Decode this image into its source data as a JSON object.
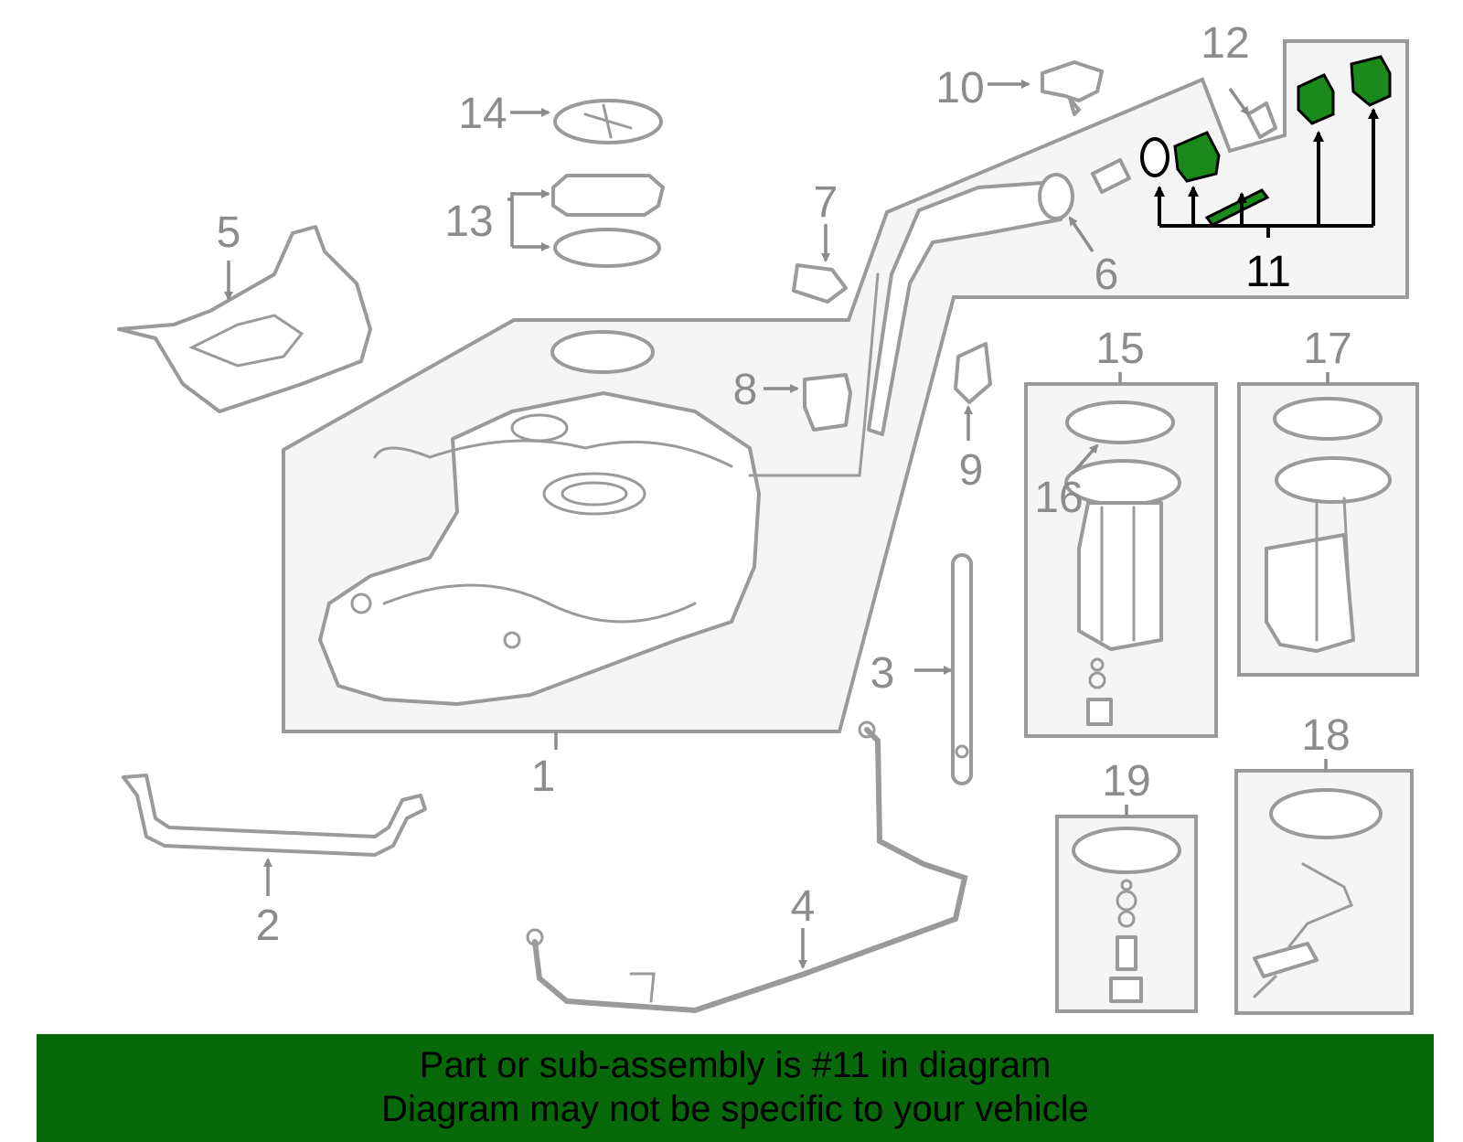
{
  "labels": {
    "p1": "1",
    "p2": "2",
    "p3": "3",
    "p4": "4",
    "p5": "5",
    "p6": "6",
    "p7": "7",
    "p8": "8",
    "p9": "9",
    "p10": "10",
    "p11": "11",
    "p12": "12",
    "p13": "13",
    "p14": "14",
    "p15": "15",
    "p16": "16",
    "p17": "17",
    "p18": "18",
    "p19": "19"
  },
  "highlighted_part": "11",
  "colors": {
    "highlight": "#1a8a1a",
    "banner": "#08690a",
    "outline": "#9a9a9a"
  },
  "banner": {
    "line1": "Part or sub-assembly is #11 in diagram",
    "line2": "Diagram may not be specific to your vehicle"
  }
}
